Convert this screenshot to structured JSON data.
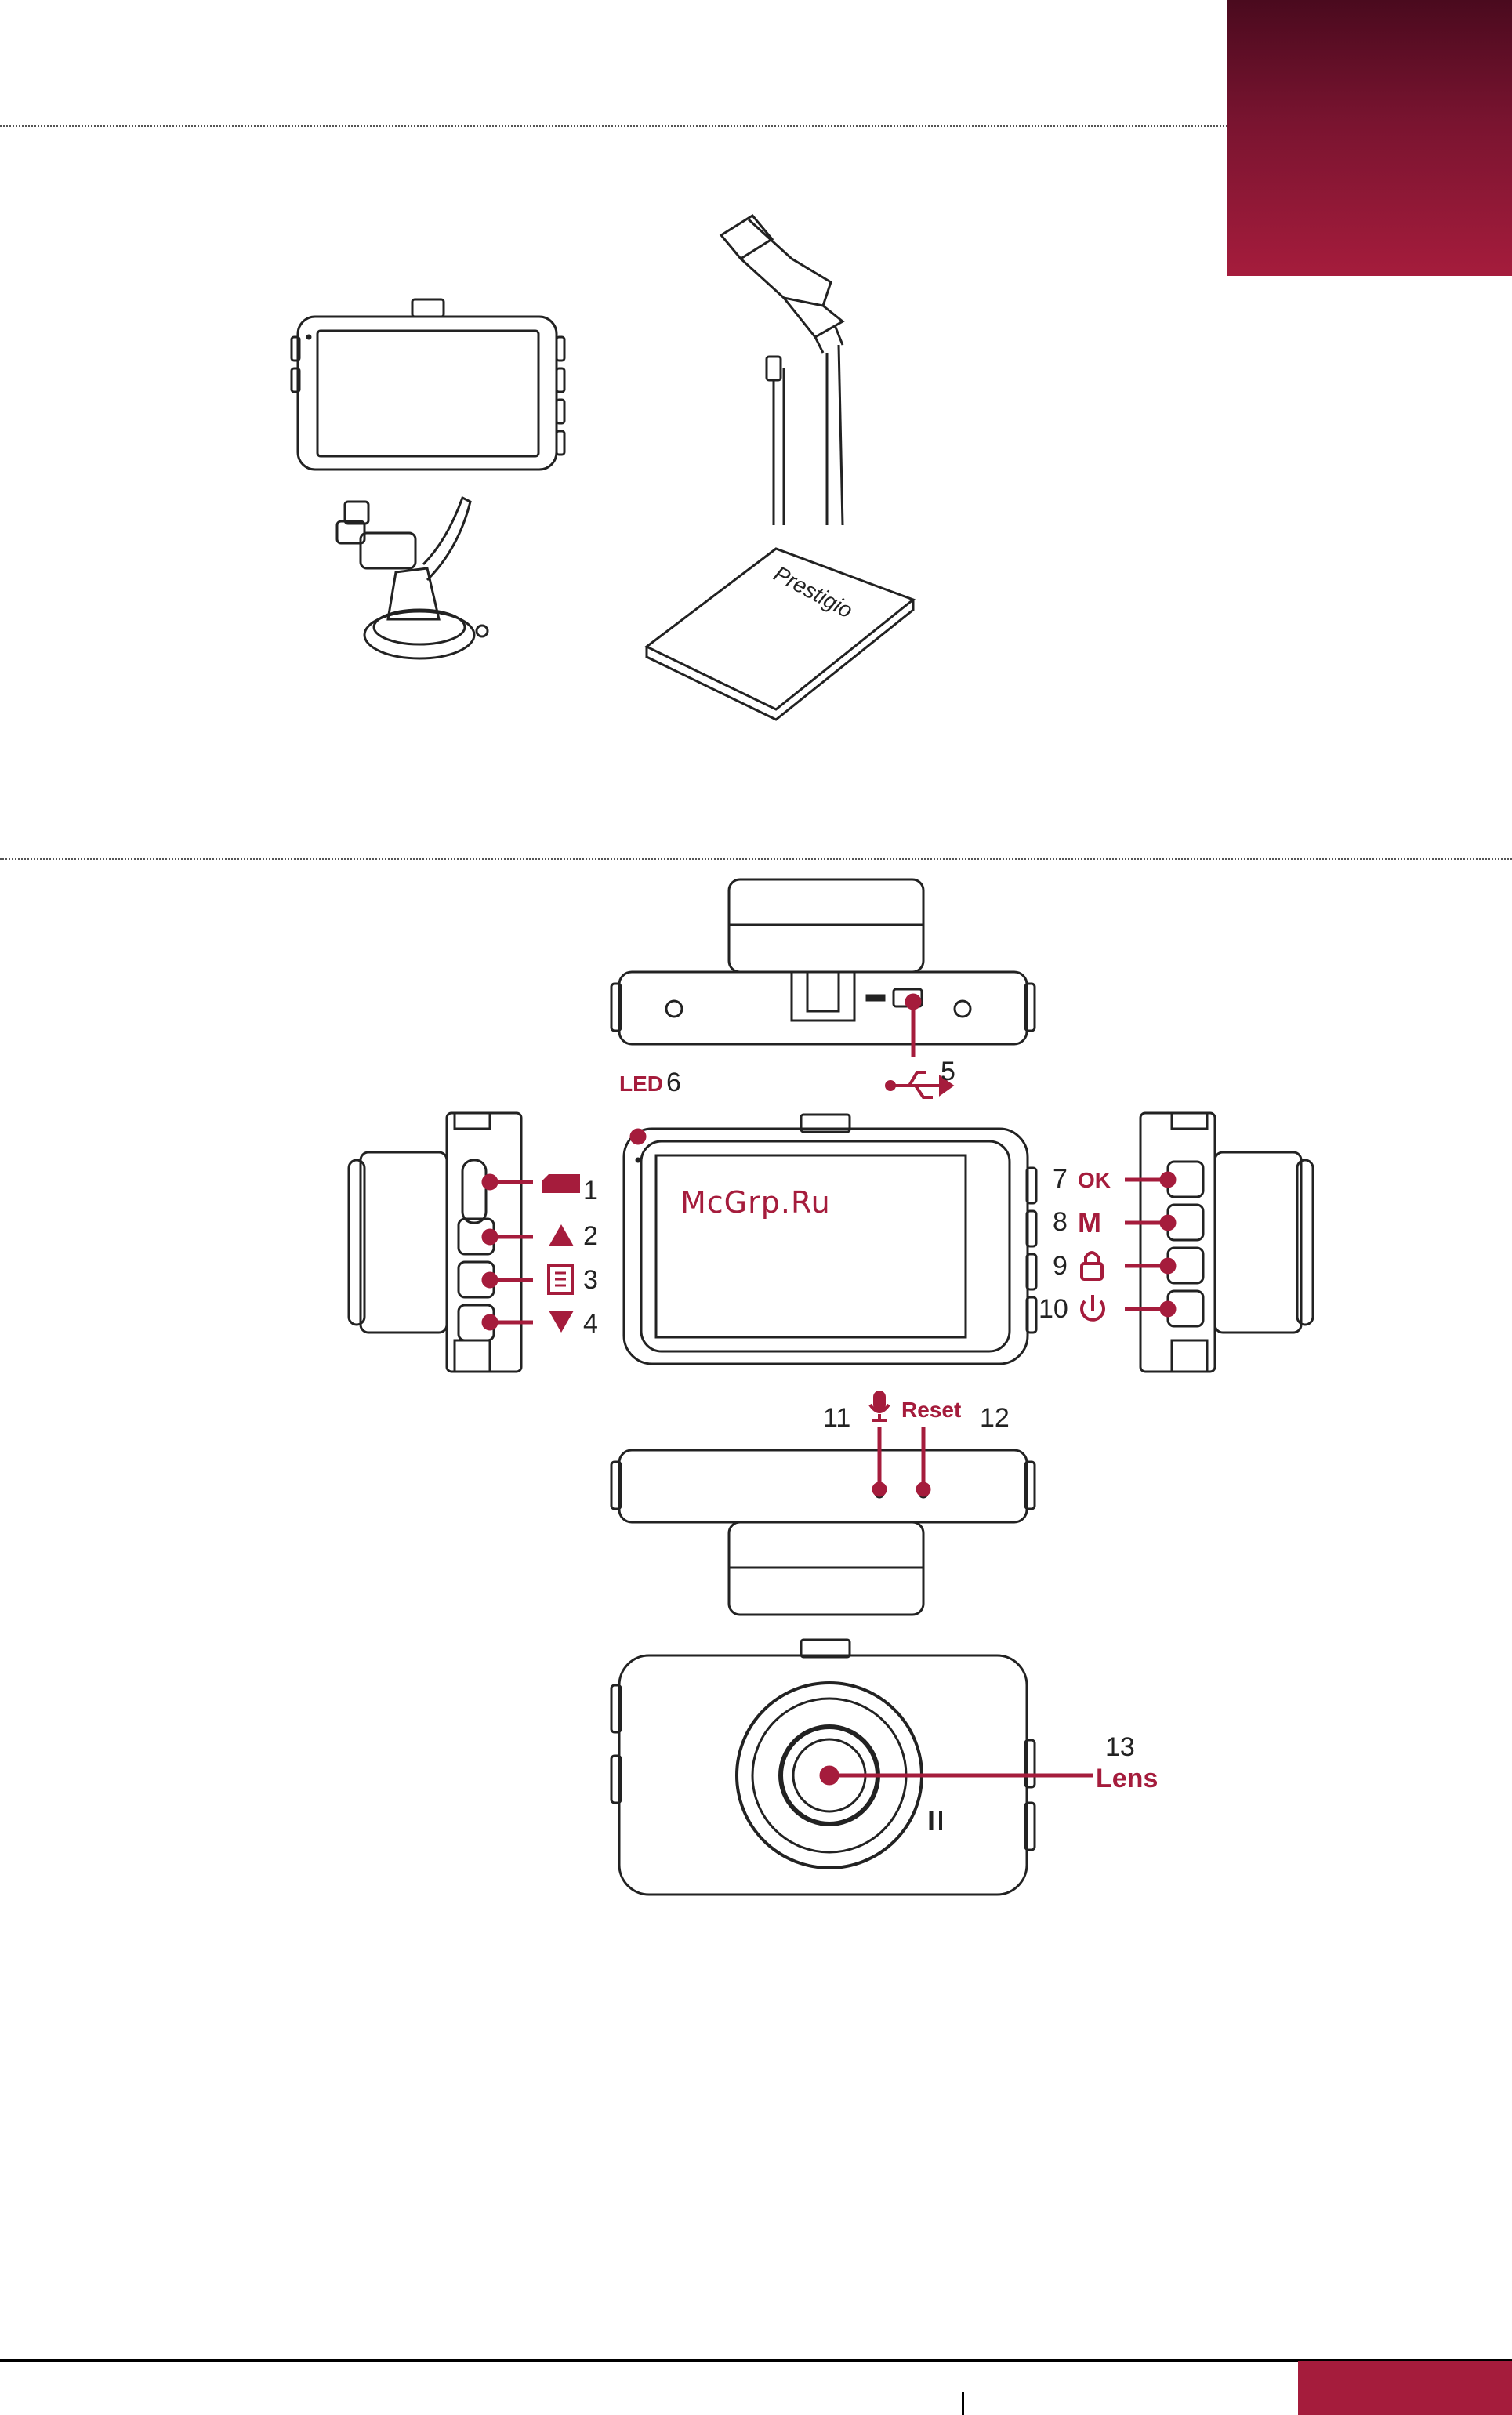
{
  "colors": {
    "accent": "#a51c3c",
    "ink": "#222222"
  },
  "watermark": "McGrp.Ru",
  "box_contents": {
    "manual_brand": "Prestigio"
  },
  "callouts": {
    "c1": {
      "num": "1",
      "icon": "sd-card-icon"
    },
    "c2": {
      "num": "2",
      "icon": "up-triangle-icon"
    },
    "c3": {
      "num": "3",
      "icon": "menu-icon"
    },
    "c4": {
      "num": "4",
      "icon": "down-triangle-icon"
    },
    "c5": {
      "num": "5",
      "icon": "usb-icon"
    },
    "c6": {
      "num": "6",
      "label": "LED"
    },
    "c7": {
      "num": "7",
      "label": "OK"
    },
    "c8": {
      "num": "8",
      "label": "M"
    },
    "c9": {
      "num": "9",
      "icon": "lock-icon"
    },
    "c10": {
      "num": "10",
      "icon": "power-icon"
    },
    "c11": {
      "num": "11",
      "icon": "microphone-icon"
    },
    "c12": {
      "num": "12",
      "label": "Reset"
    },
    "c13": {
      "num": "13",
      "label": "Lens"
    }
  }
}
